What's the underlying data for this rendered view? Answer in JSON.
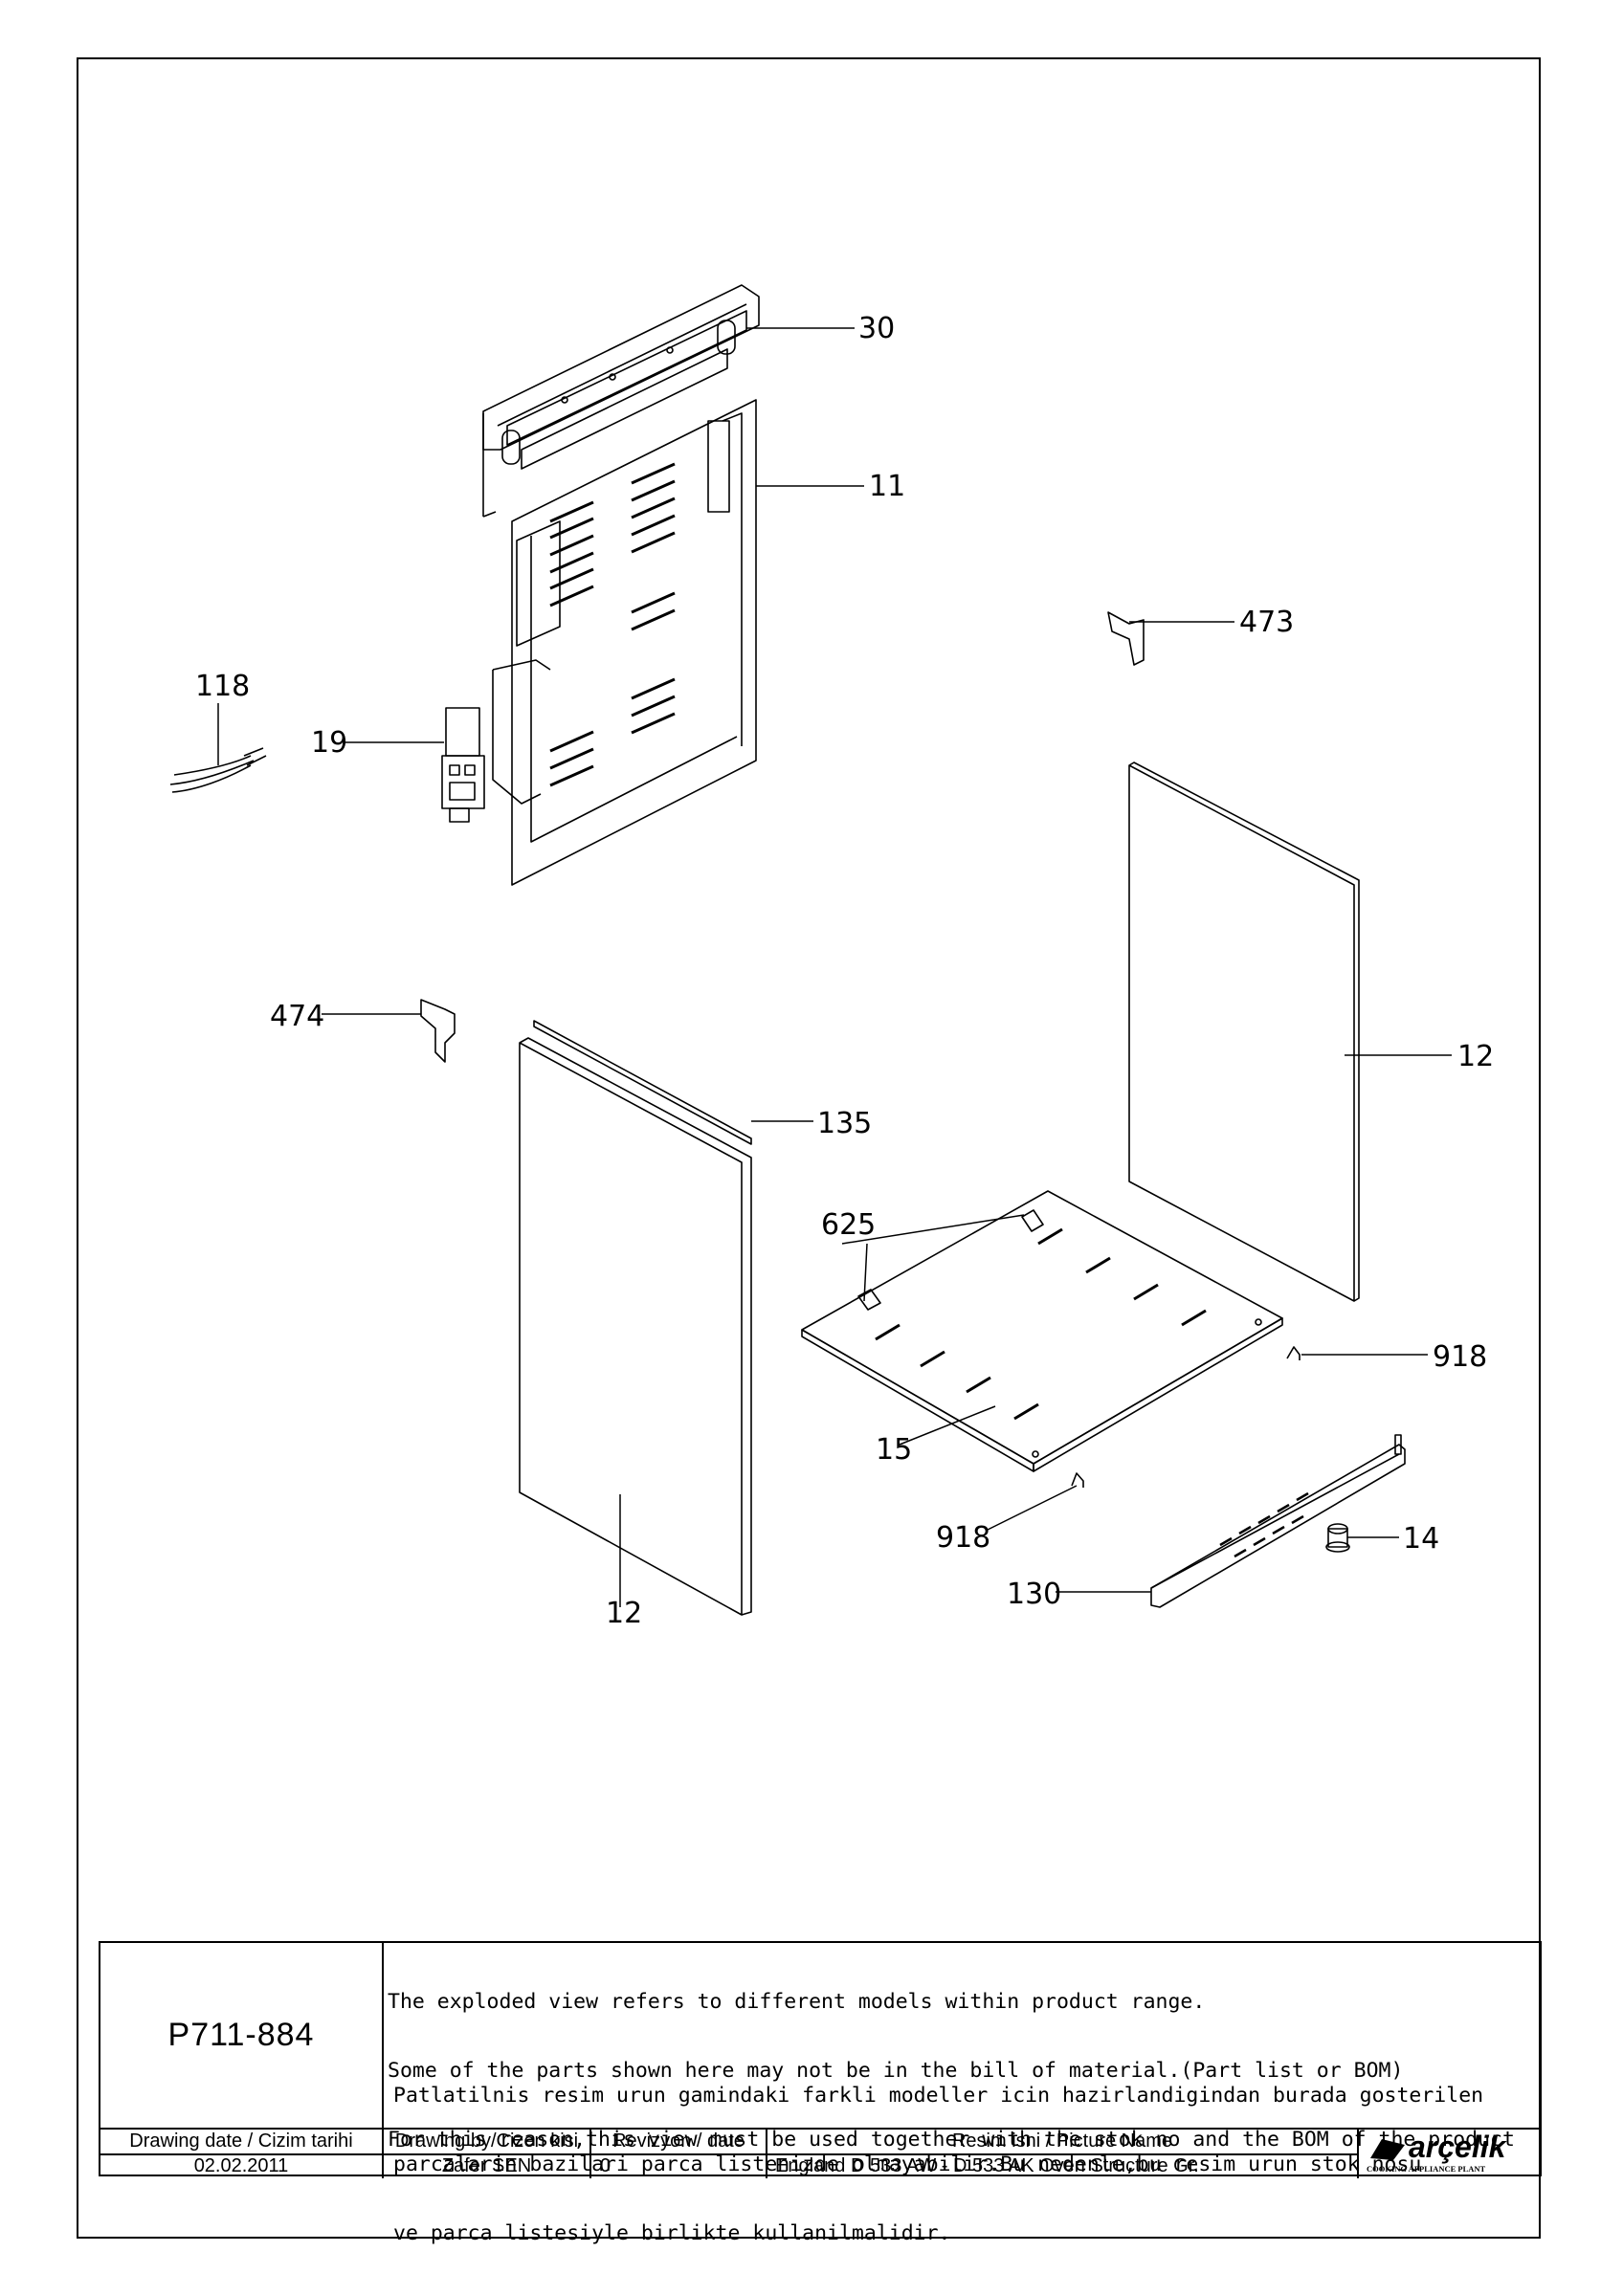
{
  "callouts": {
    "c30": "30",
    "c11": "11",
    "c473": "473",
    "c118": "118",
    "c19": "19",
    "c474": "474",
    "c12_right": "12",
    "c135": "135",
    "c625": "625",
    "c918_right": "918",
    "c15": "15",
    "c918_bottom": "918",
    "c14": "14",
    "c130": "130",
    "c12_left": "12"
  },
  "title_block": {
    "drawing_code": "P711-884",
    "note_en_1": "The exploded view refers to different models within product range.",
    "note_en_2": "Some of the parts shown here may not be in the bill of material.(Part list or BOM)",
    "note_en_3": "For this reason,this view must be used together with the stok no and the BOM of the product",
    "note_tr_1": "Patlatilnis resim urun gamindaki farkli modeller icin hazirlandigindan burada gosterilen",
    "note_tr_2": "parcalarin bazilari parca listenizde olmayabilir.Bu nedenle,bu resim urun stok nosu",
    "note_tr_3": "ve parca listesiyle birlikte kullanilmalidir.",
    "hdr_date": "Drawing date / Cizim tarihi",
    "hdr_by": "Drawing by/Cizen kisi",
    "hdr_rev": "Revizyon / date",
    "hdr_name": "Resim isni / Picture Name",
    "val_date": "02.02.2011",
    "val_by": "Zafer SEN",
    "val_rev": "0",
    "val_name": "England D 533 AW - D 533 AK Oven Structure Gr.",
    "brand": "arçelik",
    "brand_sub": "COOKING APPLIANCE PLANT"
  }
}
